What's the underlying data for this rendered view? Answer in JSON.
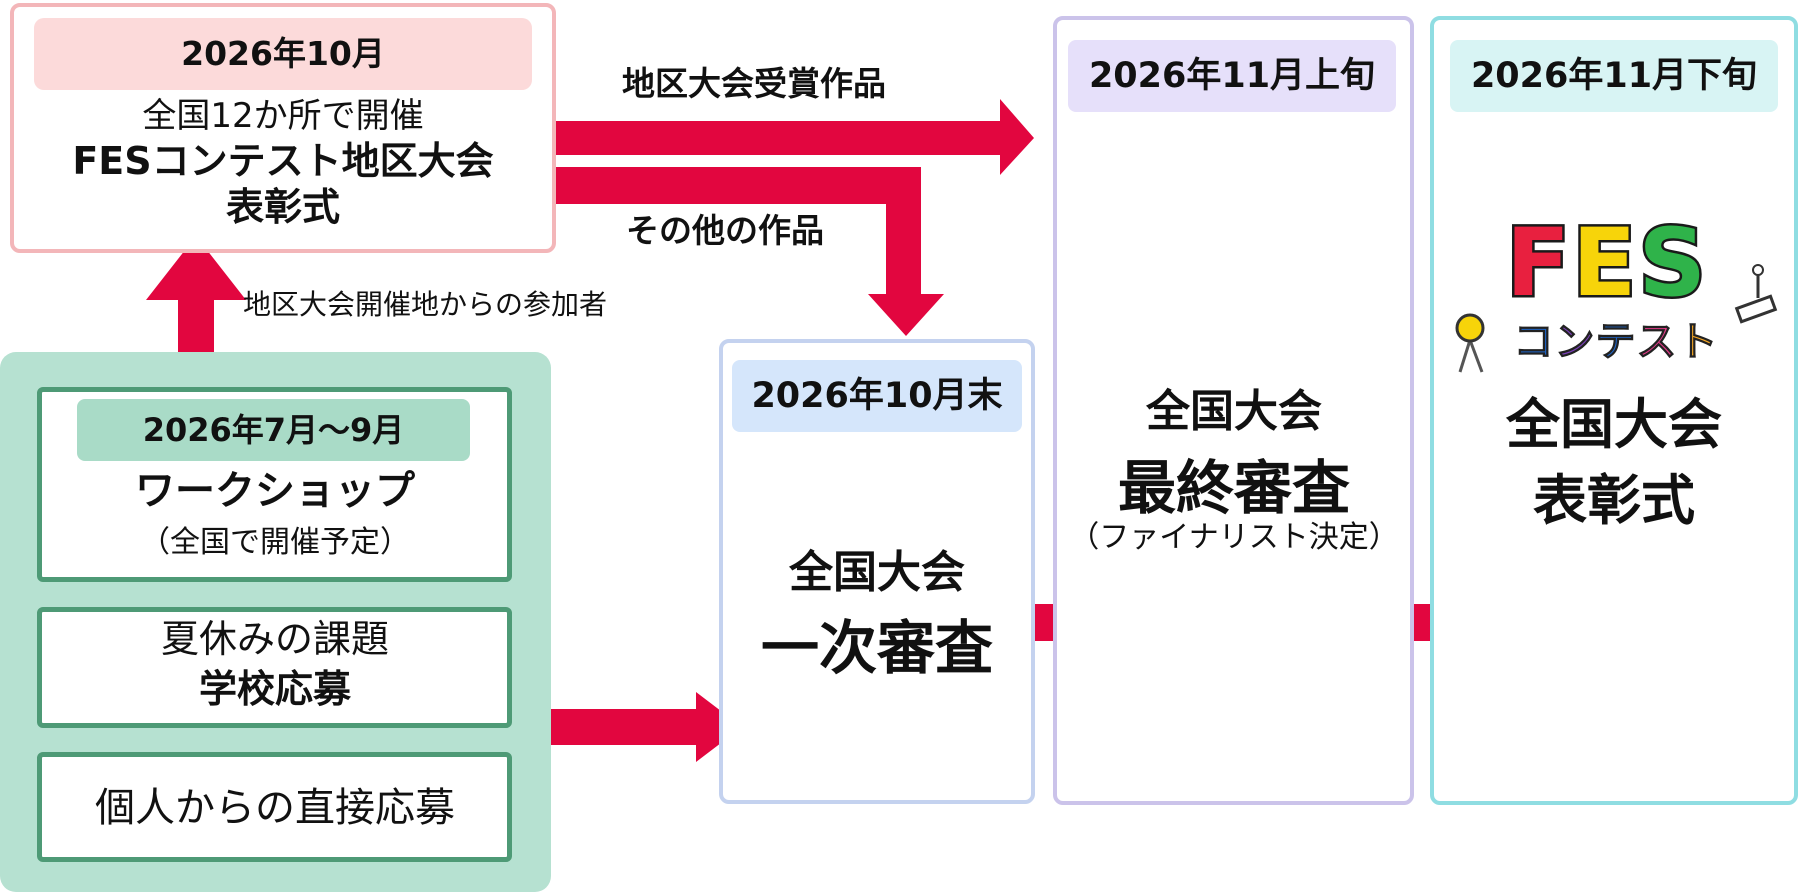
{
  "regional": {
    "date": "2026年10月",
    "line1": "全国12か所で開催",
    "line2": "FESコンテスト地区大会",
    "line3": "表彰式"
  },
  "workshop": {
    "date": "2026年7月〜9月",
    "title": "ワークショップ",
    "note": "（全国で開催予定）"
  },
  "summer": {
    "line1": "夏休みの課題",
    "line2": "学校応募"
  },
  "individual": {
    "label": "個人からの直接応募"
  },
  "first_screening": {
    "date": "2026年10月末",
    "line1": "全国大会",
    "line2": "一次審査"
  },
  "final_screening": {
    "date": "2026年11月上旬",
    "line1": "全国大会",
    "line2": "最終審査",
    "note": "（ファイナリスト決定）"
  },
  "awards": {
    "date": "2026年11月下旬",
    "line1": "全国大会",
    "line2": "表彰式"
  },
  "arrows": {
    "award_works": "地区大会受賞作品",
    "other_works": "その他の作品",
    "participants": "地区大会開催地からの参加者"
  },
  "logo": {
    "letters": [
      "F",
      "E",
      "S"
    ],
    "letter_colors": [
      "#e8203f",
      "#f7d40a",
      "#2fb34a"
    ],
    "sub_letters": [
      "コ",
      "ン",
      "テ",
      "ス",
      "ト"
    ],
    "sub_colors": [
      "#1f66c9",
      "#7a3fb8",
      "#1f66c9",
      "#e23a87",
      "#f5a623"
    ]
  },
  "colors": {
    "arrow": "#e2063f",
    "green_panel": "#b6e1d1",
    "green_border": "#4e9a76"
  }
}
